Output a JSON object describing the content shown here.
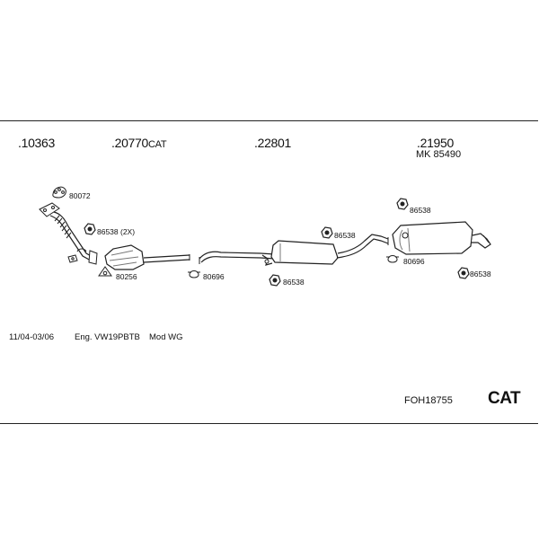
{
  "parts": {
    "p1": {
      "number": ".10363"
    },
    "p2": {
      "number": ".20770",
      "suffix": "CAT"
    },
    "p3": {
      "number": ".22801"
    },
    "p4": {
      "number": ".21950",
      "sub": "MK 85490"
    }
  },
  "callouts": {
    "c80072": "80072",
    "c86538_2x": "86538 (2X)",
    "c80256": "80256",
    "c80696_a": "80696",
    "c86538_a": "86538",
    "c86538_b": "86538",
    "c86538_c": "86538",
    "c80696_b": "80696",
    "c86538_d": "86538"
  },
  "info": {
    "date": "11/04-03/06",
    "engine": "Eng. VW19PBTB",
    "model": "Mod WG"
  },
  "footer": {
    "code": "FOH18755",
    "badge": "CAT"
  }
}
